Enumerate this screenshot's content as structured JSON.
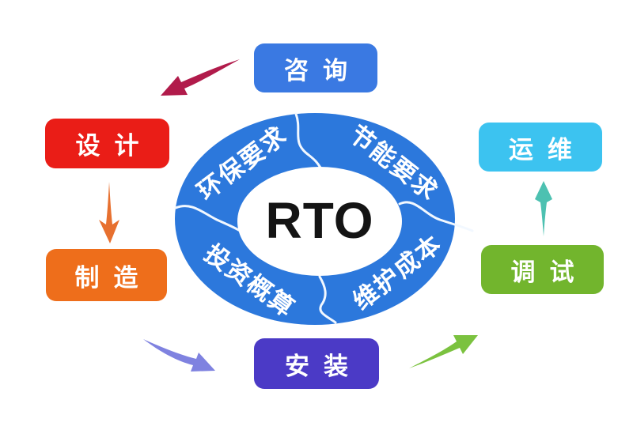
{
  "title": "RTO lifecycle diagram",
  "center": {
    "label": "RTO",
    "ring_color": "#2c78dc",
    "inner_color": "#ffffff",
    "label_color": "#141414"
  },
  "segments": [
    {
      "id": "env-requirement",
      "label": "环保要求",
      "position": "top-left"
    },
    {
      "id": "energy-requirement",
      "label": "节能要求",
      "position": "top-right"
    },
    {
      "id": "investment-budget",
      "label": "投资概算",
      "position": "bottom-left"
    },
    {
      "id": "maintenance-cost",
      "label": "维护成本",
      "position": "bottom-right"
    }
  ],
  "stages": [
    {
      "id": "consult",
      "label": "咨询",
      "color": "#3a79e2"
    },
    {
      "id": "design",
      "label": "设计",
      "color": "#ea1d17"
    },
    {
      "id": "manufacture",
      "label": "制造",
      "color": "#ee6e1b"
    },
    {
      "id": "install",
      "label": "安装",
      "color": "#4b3ac6"
    },
    {
      "id": "commission",
      "label": "调试",
      "color": "#72b52d"
    },
    {
      "id": "operate",
      "label": "运维",
      "color": "#3cc3f0"
    }
  ],
  "arrows": [
    {
      "id": "consult-to-design",
      "color": "#b11b4b"
    },
    {
      "id": "design-to-manufacture",
      "color": "#e7702f"
    },
    {
      "id": "manufacture-to-install",
      "color": "#7f82e0"
    },
    {
      "id": "install-to-commission",
      "color": "#7bc23f"
    },
    {
      "id": "commission-to-operate",
      "color": "#4dc1b1"
    }
  ]
}
